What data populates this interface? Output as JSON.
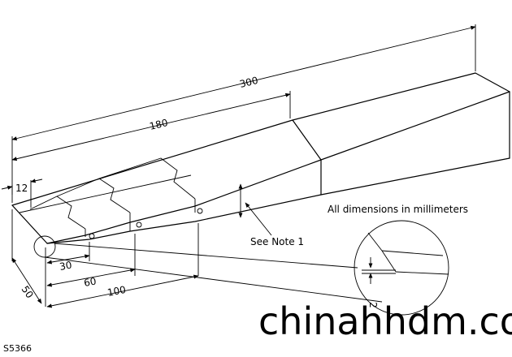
{
  "dimensions": {
    "total_length": "300",
    "taper_length": "180",
    "tip_length": "12",
    "width": "50",
    "mark_30": "30",
    "mark_60": "60",
    "mark_100": "100",
    "detail_thickness": "2"
  },
  "notes": {
    "units": "All dimensions in millimeters",
    "see_note": "See Note 1"
  },
  "figure_id": "S5366",
  "watermark": "chinahhdm.co"
}
